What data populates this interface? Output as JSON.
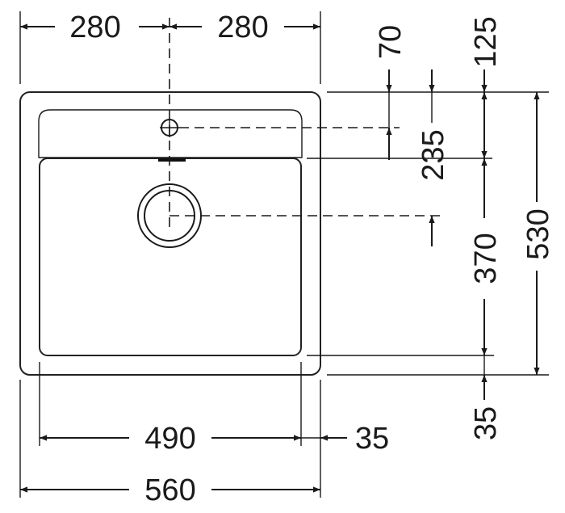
{
  "diagram": {
    "labels": {
      "top_left_280": "280",
      "top_right_280": "280",
      "dim_70": "70",
      "dim_125": "125",
      "dim_235": "235",
      "dim_530": "530",
      "dim_370": "370",
      "dim_35_right": "35",
      "dim_490": "490",
      "dim_35_bottom": "35",
      "dim_560": "560"
    }
  }
}
